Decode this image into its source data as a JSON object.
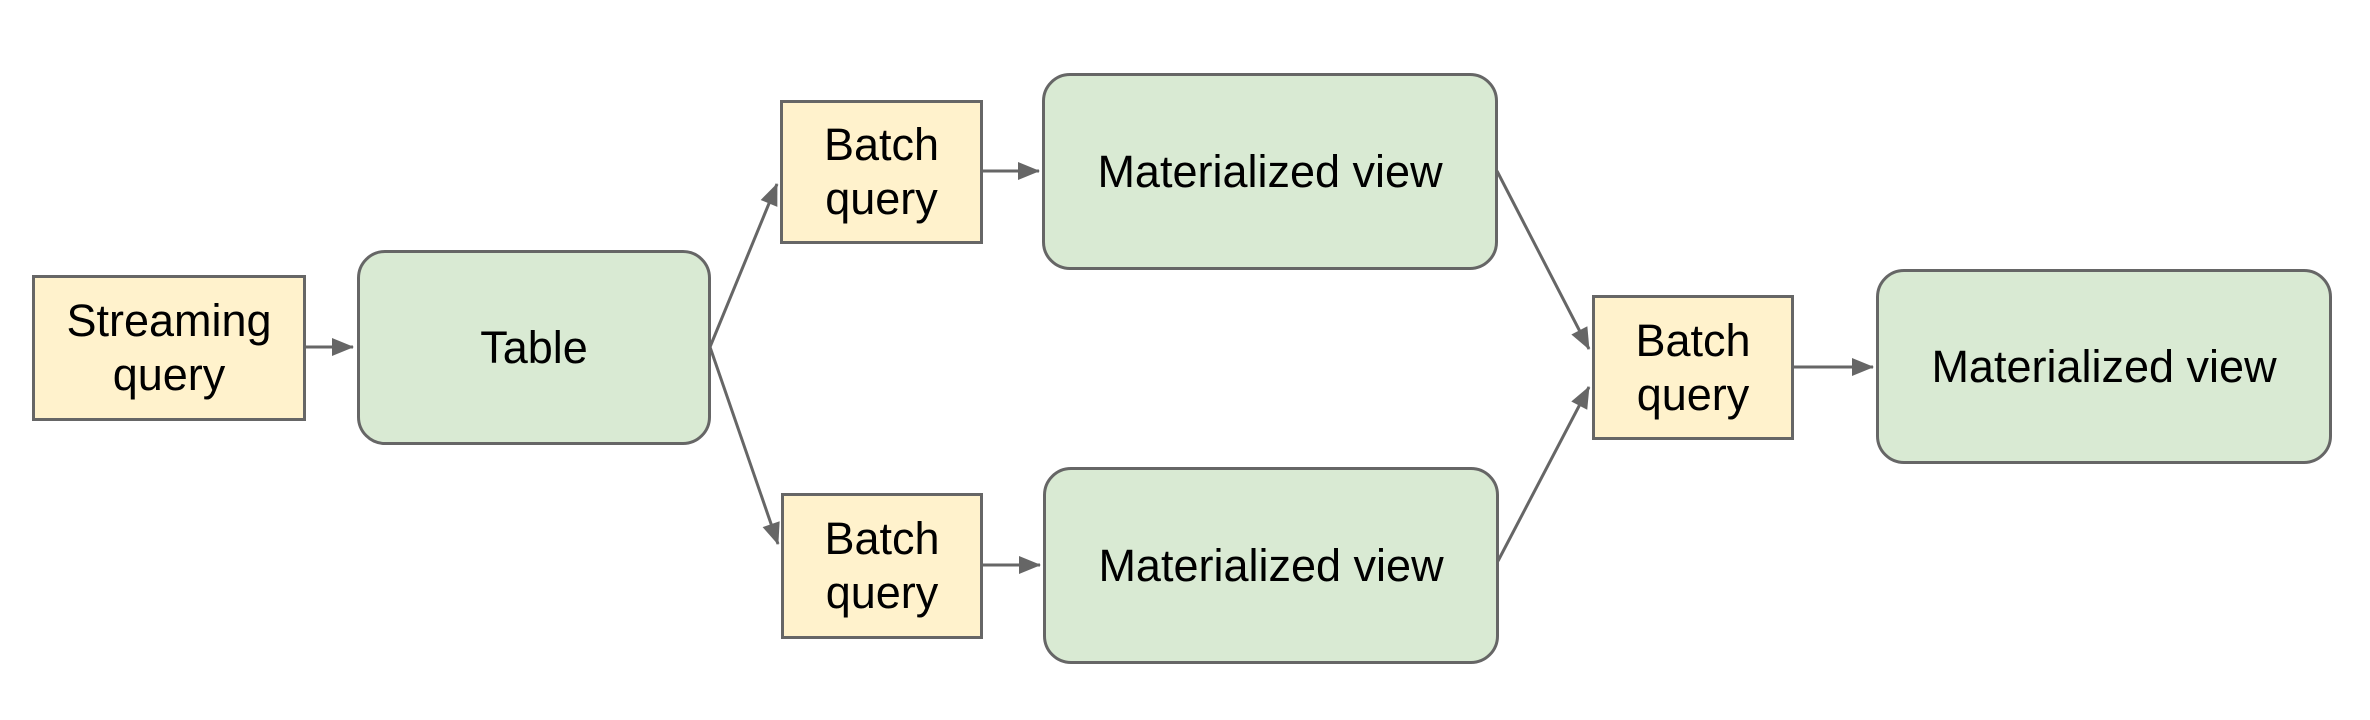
{
  "diagram": {
    "background_color": "#ffffff",
    "colors": {
      "query_fill": "#fff2cc",
      "view_fill": "#d9ead3",
      "node_border": "#666666",
      "connector": "#666666",
      "text": "#000000"
    },
    "nodes": [
      {
        "id": "streaming-query",
        "label": "Streaming query"
      },
      {
        "id": "table",
        "label": "Table"
      },
      {
        "id": "batch-query-top",
        "label": "Batch query"
      },
      {
        "id": "materialized-view-top",
        "label": "Materialized view"
      },
      {
        "id": "batch-query-bottom",
        "label": "Batch query"
      },
      {
        "id": "materialized-view-bottom",
        "label": "Materialized view"
      },
      {
        "id": "batch-query-right",
        "label": "Batch query"
      },
      {
        "id": "materialized-view-right",
        "label": "Materialized view"
      }
    ],
    "edges": [
      {
        "from": "streaming-query",
        "to": "table"
      },
      {
        "from": "table",
        "to": "batch-query-top"
      },
      {
        "from": "batch-query-top",
        "to": "materialized-view-top"
      },
      {
        "from": "table",
        "to": "batch-query-bottom"
      },
      {
        "from": "batch-query-bottom",
        "to": "materialized-view-bottom"
      },
      {
        "from": "materialized-view-top",
        "to": "batch-query-right"
      },
      {
        "from": "materialized-view-bottom",
        "to": "batch-query-right"
      },
      {
        "from": "batch-query-right",
        "to": "materialized-view-right"
      }
    ]
  }
}
